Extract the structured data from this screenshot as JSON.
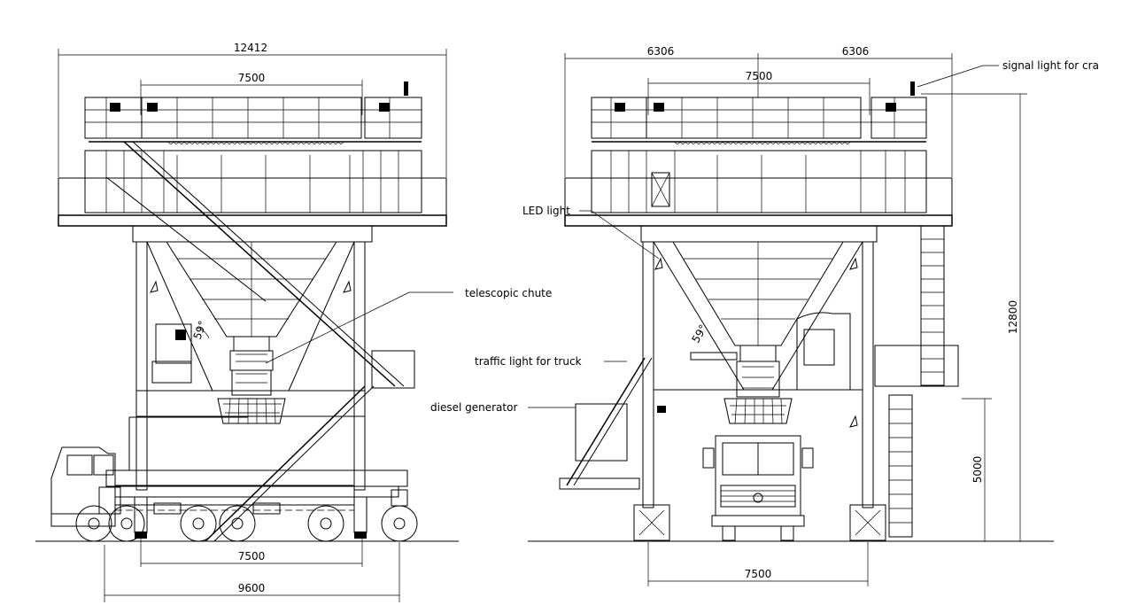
{
  "dimensions": {
    "left_top_overall": "12412",
    "left_top_inner": "7500",
    "left_bottom_inner": "7500",
    "left_bottom_overall": "9600",
    "right_top_left": "6306",
    "right_top_right": "6306",
    "right_top_inner": "7500",
    "right_bottom": "7500",
    "right_height_total": "12800",
    "right_height_clearance": "5000"
  },
  "labels": {
    "signal_light": "signal light for cra",
    "led_light": "LED light",
    "telescopic_chute": "telescopic chute",
    "traffic_light": "traffic light for truck",
    "diesel_generator": "diesel generator",
    "angle_left": "59°",
    "angle_right": "59°"
  }
}
